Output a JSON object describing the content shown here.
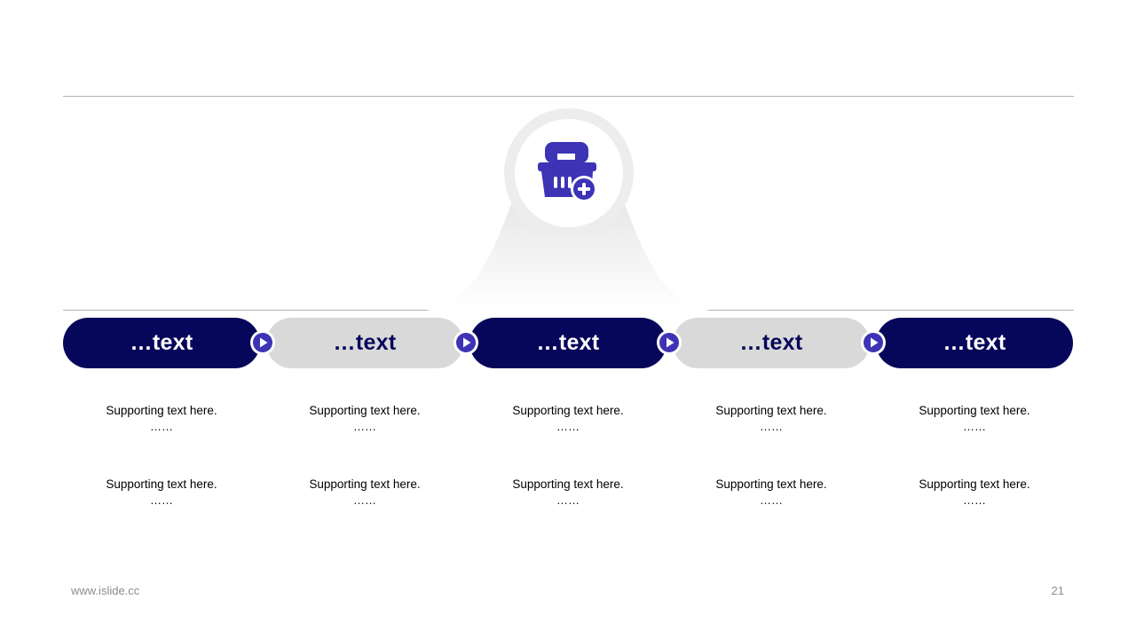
{
  "colors": {
    "dark": "#06065a",
    "light": "#d9d9d9",
    "accent": "#3d33b5"
  },
  "hub": {
    "icon": "basket-add-icon"
  },
  "steps": [
    {
      "label": "…text",
      "style": "dark"
    },
    {
      "label": "…text",
      "style": "light"
    },
    {
      "label": "…text",
      "style": "dark"
    },
    {
      "label": "…text",
      "style": "light"
    },
    {
      "label": "…text",
      "style": "dark"
    }
  ],
  "connector_icon": "play-arrow-icon",
  "columns": [
    {
      "items": [
        {
          "text": "Supporting  text here.",
          "dots": "……"
        },
        {
          "text": "Supporting  text here.",
          "dots": "……"
        }
      ]
    },
    {
      "items": [
        {
          "text": "Supporting  text here.",
          "dots": "……"
        },
        {
          "text": "Supporting  text here.",
          "dots": "……"
        }
      ]
    },
    {
      "items": [
        {
          "text": "Supporting  text here.",
          "dots": "……"
        },
        {
          "text": "Supporting  text here.",
          "dots": "……"
        }
      ]
    },
    {
      "items": [
        {
          "text": "Supporting  text here.",
          "dots": "……"
        },
        {
          "text": "Supporting  text here.",
          "dots": "……"
        }
      ]
    },
    {
      "items": [
        {
          "text": "Supporting  text here.",
          "dots": "……"
        },
        {
          "text": "Supporting  text here.",
          "dots": "……"
        }
      ]
    }
  ],
  "footer": {
    "website": "www.islide.cc",
    "page_number": "21"
  }
}
